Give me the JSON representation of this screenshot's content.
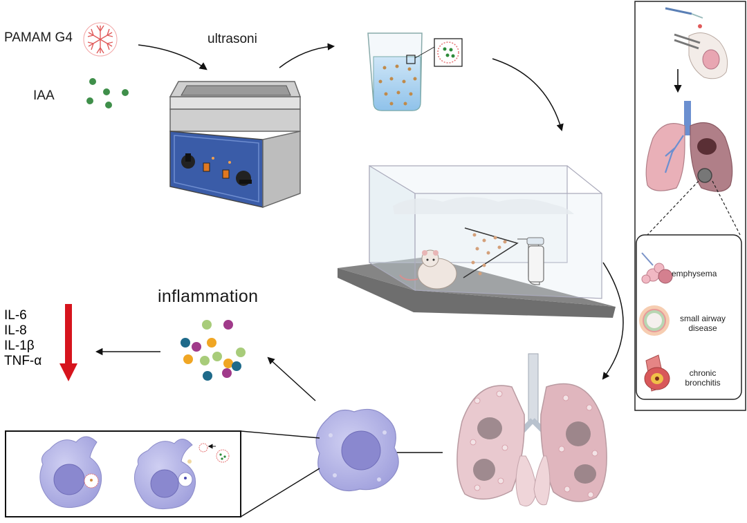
{
  "labels": {
    "pamam": "PAMAM G4",
    "iaa": "IAA",
    "ultrasoni": "ultrasoni",
    "inflammation": "inflammation"
  },
  "cytokines": [
    "IL-6",
    "IL-8",
    "IL-1β",
    "TNF-α"
  ],
  "copd_types": {
    "emphysema": "emphysema",
    "small_airway": "small airway disease",
    "bronchitis": "chronic bronchitis"
  },
  "colors": {
    "arrow_down": "#d6141d",
    "macrophage": "#b3b3e6",
    "nucleus": "#8a88cf",
    "lung": "#e8c2c9",
    "bath_blue": "#3a5ca8",
    "dendrimer": "#e57373",
    "iaa_dot": "#3f8f4a"
  }
}
